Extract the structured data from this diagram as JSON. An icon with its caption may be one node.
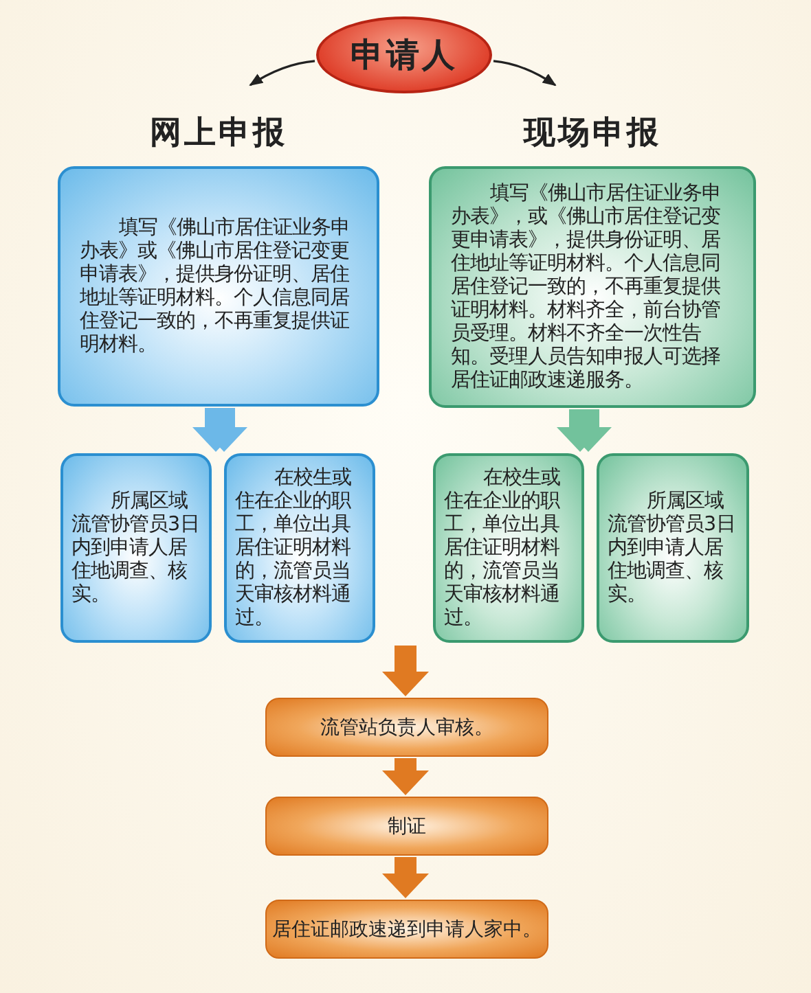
{
  "diagram": {
    "nodes": [
      {
        "text": [
          "申请人"
        ]
      },
      {
        "text": [
          "网上申报",
          "填写《佛山市居住证业务申办表》或《佛山市居住登记变更申请表》，提供身份证明、居住地址等证明材料。个人信息同居住登记一致的，不再重复提供证明材料。"
        ]
      },
      {
        "text": [
          "现场申报",
          "填写《佛山市居住证业务申办表》，或《佛山市居住登记变更申请表》，提供身份证明、居住地址等证明材料。个人信息同居住登记一致的，不再重复提供证明材料。材料齐全，前台协管员受理。材料不齐全一次性告知。受理人员告知申报人可选择居住证邮政速递服务。"
        ]
      },
      {
        "text": [
          "所属区域流管协管员3日内到申请人居住地调查、核实。"
        ]
      },
      {
        "text": [
          "在校生或住在企业的职工，单位出具居住证明材料的，流管员当天审核材料通过。"
        ]
      },
      {
        "text": [
          "在校生或住在企业的职工，单位出具居住证明材料的，流管员当天审核材料通过。"
        ]
      },
      {
        "text": [
          "所属区域流管协管员3日内到申请人居住地调查、核实。"
        ]
      },
      {
        "text": [
          "流管站负责人审核。"
        ]
      },
      {
        "text": [
          "制证"
        ]
      },
      {
        "text": [
          "居住证邮政速递到申请人家中。"
        ]
      }
    ],
    "edges": [
      {
        "from": 0,
        "to": 1,
        "arrow": "to",
        "color": "#222222"
      },
      {
        "from": 0,
        "to": 2,
        "arrow": "to",
        "color": "#222222"
      },
      {
        "from": 1,
        "to": 3,
        "arrow": "to",
        "color": "#6cb8e8"
      },
      {
        "from": 1,
        "to": 4,
        "arrow": "to",
        "color": "#6cb8e8"
      },
      {
        "from": 2,
        "to": 5,
        "arrow": "to",
        "color": "#72c29c"
      },
      {
        "from": 2,
        "to": 6,
        "arrow": "to",
        "color": "#72c29c"
      },
      {
        "from": null,
        "to": 7,
        "arrow": "to",
        "color": "#e07a22"
      },
      {
        "from": 7,
        "to": 8,
        "arrow": "to",
        "color": "#e07a22"
      },
      {
        "from": 8,
        "to": 9,
        "arrow": "to",
        "color": "#e07a22"
      }
    ]
  }
}
